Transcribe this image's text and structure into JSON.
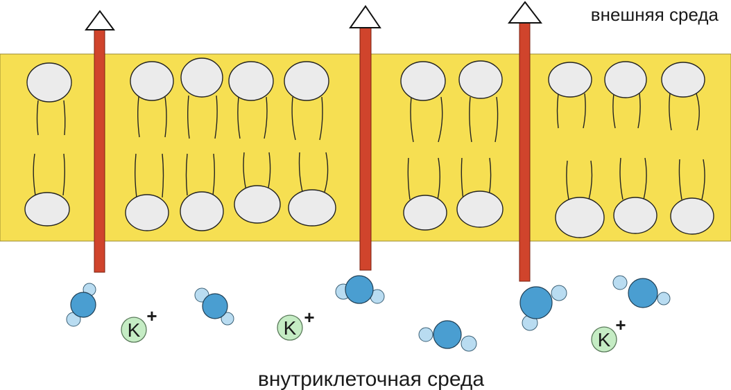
{
  "labels": {
    "outside": "внешняя среда",
    "inside": "внутриклеточная среда"
  },
  "ion": {
    "letter": "K",
    "charge": "+"
  },
  "colors": {
    "membrane": "#f6df52",
    "lipid_head": "#ebebeb",
    "channel": "#d0442c",
    "water_oxygen": "#4a9ed1",
    "water_hydrogen": "#b9dcf1",
    "potassium": "#c5ecc4"
  }
}
